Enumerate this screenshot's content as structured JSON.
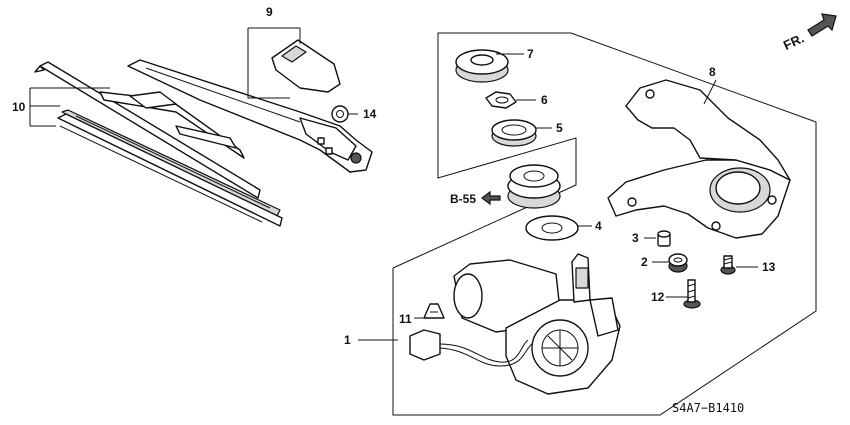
{
  "diagram": {
    "diagram_code": "S4A7−B1410",
    "direction_label": "FR.",
    "reference_label": "B-55",
    "callouts": {
      "c1": "1",
      "c2": "2",
      "c3": "3",
      "c4": "4",
      "c5": "5",
      "c6": "6",
      "c7": "7",
      "c8": "8",
      "c9": "9",
      "c10": "10",
      "c11": "11",
      "c12": "12",
      "c13": "13",
      "c14": "14"
    }
  }
}
